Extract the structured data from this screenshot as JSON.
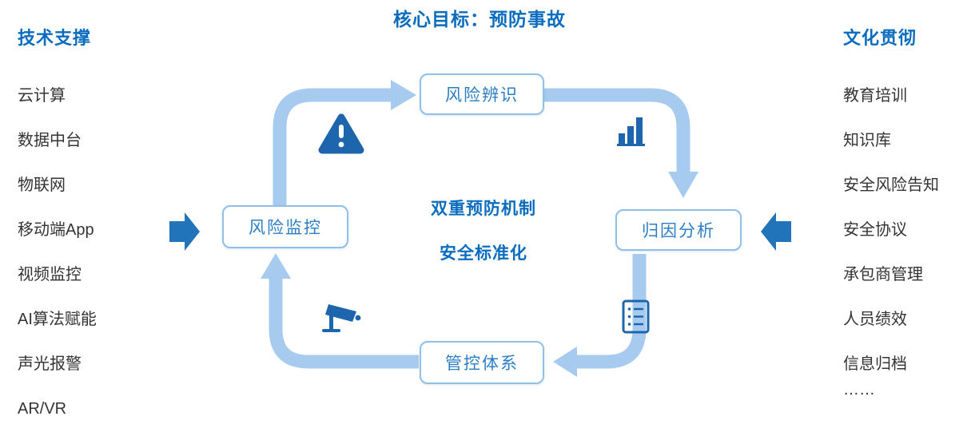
{
  "title": "核心目标：预防事故",
  "left_panel": {
    "header": "技术支撑",
    "items": [
      "云计算",
      "数据中台",
      "物联网",
      "移动端App",
      "视频监控",
      "AI算法赋能",
      "声光报警",
      "AR/VR"
    ]
  },
  "right_panel": {
    "header": "文化贯彻",
    "items": [
      "教育培训",
      "知识库",
      "安全风险告知",
      "安全协议",
      "承包商管理",
      "人员绩效",
      "信息归档",
      "……"
    ]
  },
  "cycle": {
    "nodes": {
      "top": "风险辨识",
      "right": "归因分析",
      "bottom": "管控体系",
      "left": "风险监控"
    },
    "center_lines": [
      "双重预防机制",
      "安全标准化"
    ]
  },
  "icons": {
    "top_left": "warning-triangle-icon",
    "top_right": "bar-chart-icon",
    "bottom_right": "checklist-icon",
    "bottom_left": "cctv-camera-icon",
    "left_side": "arrow-right-solid-icon",
    "right_side": "arrow-left-solid-icon"
  },
  "colors": {
    "heading_blue": "#0a6cbe",
    "node_text_blue": "#2b7ec6",
    "node_border_blue": "#8fc0e9",
    "cycle_arrow_light_blue": "#a6cbee",
    "icon_dark_blue": "#1d66ae",
    "inward_arrow_blue": "#2173ba",
    "body_text": "#333333"
  }
}
